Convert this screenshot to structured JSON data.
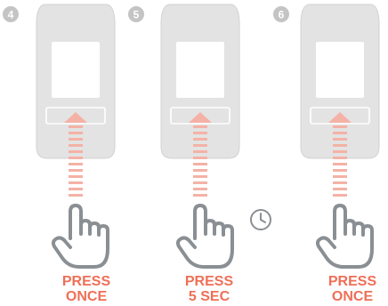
{
  "colors": {
    "device_body": "#e3e3e3",
    "device_outline": "#d2d2d2",
    "screen": "#ffffff",
    "step_badge": "#c4c4c4",
    "arrow": "#f4b2a6",
    "hand_outline": "#8a8f94",
    "label": "#ef6f57"
  },
  "steps": [
    {
      "number": "4",
      "label_line1": "PRESS",
      "label_line2": "ONCE",
      "timer": false,
      "icons": [
        "thermostat-device-icon",
        "up-arrow-icon",
        "pointing-hand-icon"
      ]
    },
    {
      "number": "5",
      "label_line1": "PRESS",
      "label_line2": "5 SEC",
      "timer": true,
      "icons": [
        "thermostat-device-icon",
        "up-arrow-icon",
        "pointing-hand-icon",
        "clock-icon"
      ]
    },
    {
      "number": "6",
      "label_line1": "PRESS",
      "label_line2": "ONCE",
      "timer": false,
      "icons": [
        "thermostat-device-icon",
        "up-arrow-icon",
        "pointing-hand-icon"
      ]
    }
  ]
}
